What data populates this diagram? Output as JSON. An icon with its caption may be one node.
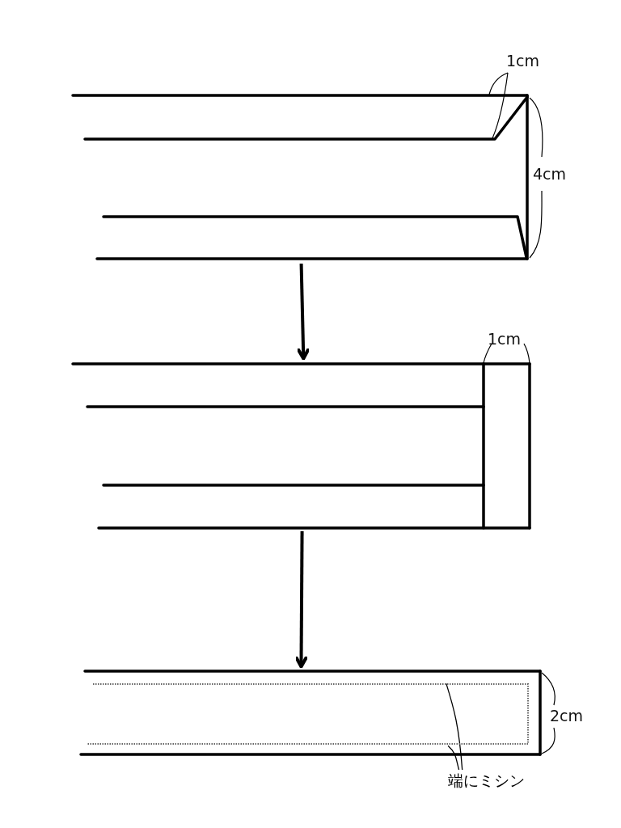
{
  "diagram": {
    "nodes": [
      {
        "text": [],
        "shape": "picture"
      },
      {
        "text": [],
        "shape": "picture"
      },
      {
        "text": [],
        "shape": "picture"
      },
      {
        "text": [
          "端にミシン"
        ]
      },
      {
        "text": [],
        "shape": "box",
        "in": 2
      }
    ],
    "edges": [
      {
        "from": 0,
        "to": 1,
        "arrow": "to",
        "style": "thick"
      },
      {
        "from": 1,
        "to": 2,
        "arrow": "to",
        "style": "thick"
      },
      {
        "from": 3,
        "to": 4,
        "arrow": "none"
      },
      {
        "from": 3,
        "to": 4,
        "arrow": "none"
      }
    ],
    "labels": [
      "1cm",
      "4cm",
      "1cm",
      "2cm"
    ]
  }
}
